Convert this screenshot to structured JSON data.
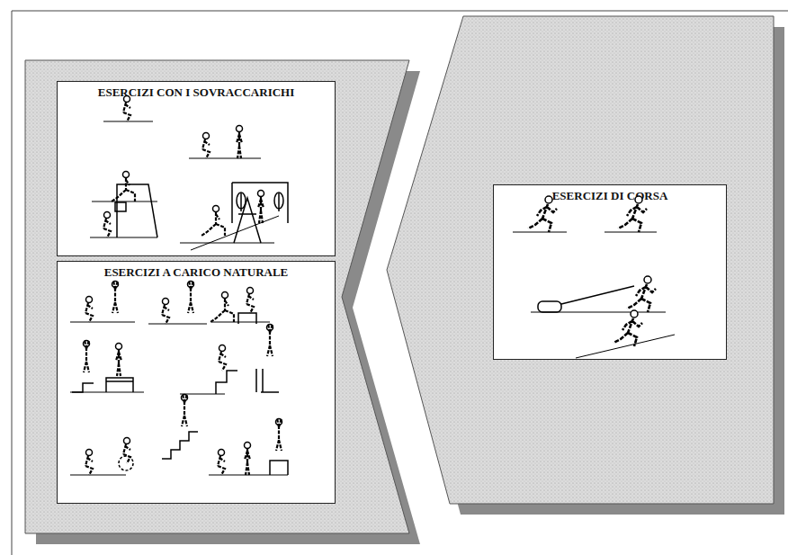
{
  "diagram": {
    "nodes": [
      {
        "text": [
          "ESERCIZI CON I SOVRACCARICHI"
        ]
      },
      {
        "text": [
          "ESERCIZI A CARICO NATURALE"
        ]
      },
      {
        "text": [
          "ESERCIZI DI CORSA"
        ]
      }
    ]
  }
}
